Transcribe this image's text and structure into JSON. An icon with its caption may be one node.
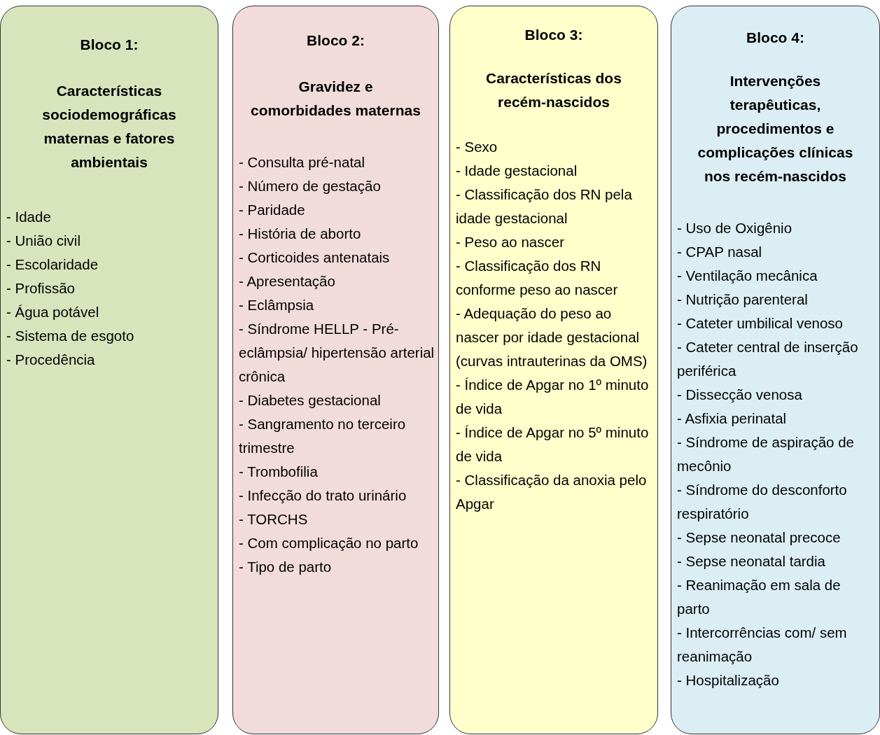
{
  "diagram": {
    "nodes": [
      {
        "text": [
          "Bloco 1:",
          "Características sociodemográficas maternas e fatores ambientais",
          "- Idade",
          "- União civil",
          "- Escolaridade",
          "- Profissão",
          "- Água potável",
          "- Sistema de esgoto",
          "- Procedência"
        ]
      },
      {
        "text": [
          "Bloco 2:",
          "Gravidez e comorbidades maternas",
          "- Consulta pré-natal",
          "- Número de gestação",
          "- Paridade",
          "- História de aborto",
          "- Corticoides antenatais",
          "- Apresentação",
          "- Eclâmpsia",
          "- Síndrome HELLP - Pré-eclâmpsia/ hipertensão arterial crônica",
          "- Diabetes gestacional",
          "- Sangramento no terceiro trimestre",
          "- Trombofilia",
          "- Infecção do trato urinário",
          "- TORCHS",
          "- Com complicação no parto",
          "- Tipo de parto"
        ]
      },
      {
        "text": [
          "Bloco 3:",
          "Características dos recém-nascidos",
          "- Sexo",
          "- Idade gestacional",
          "- Classificação dos RN pela idade gestacional",
          "- Peso ao nascer",
          "- Classificação dos RN conforme peso ao nascer",
          "- Adequação do peso ao nascer por idade gestacional (curvas intrauterinas da OMS)",
          "- Índice de Apgar no 1º minuto de vida",
          "- Índice de Apgar no 5º minuto de vida",
          "- Classificação da anoxia pelo Apgar"
        ]
      },
      {
        "text": [
          "Bloco 4:",
          "Intervenções terapêuticas, procedimentos e complicações clínicas nos recém-nascidos",
          "- Uso de Oxigênio",
          "- CPAP nasal",
          "- Ventilação mecânica",
          "- Nutrição parenteral",
          "- Cateter umbilical venoso",
          "- Cateter central de inserção periférica",
          "- Dissecção venosa",
          "- Asfixia perinatal",
          "- Síndrome de aspiração de mecônio",
          "- Síndrome do desconforto respiratório",
          "- Sepse neonatal precoce",
          "- Sepse neonatal tardia",
          "- Reanimação em sala de parto",
          "- Intercorrências com/ sem reanimação",
          "- Hospitalização"
        ]
      }
    ]
  }
}
